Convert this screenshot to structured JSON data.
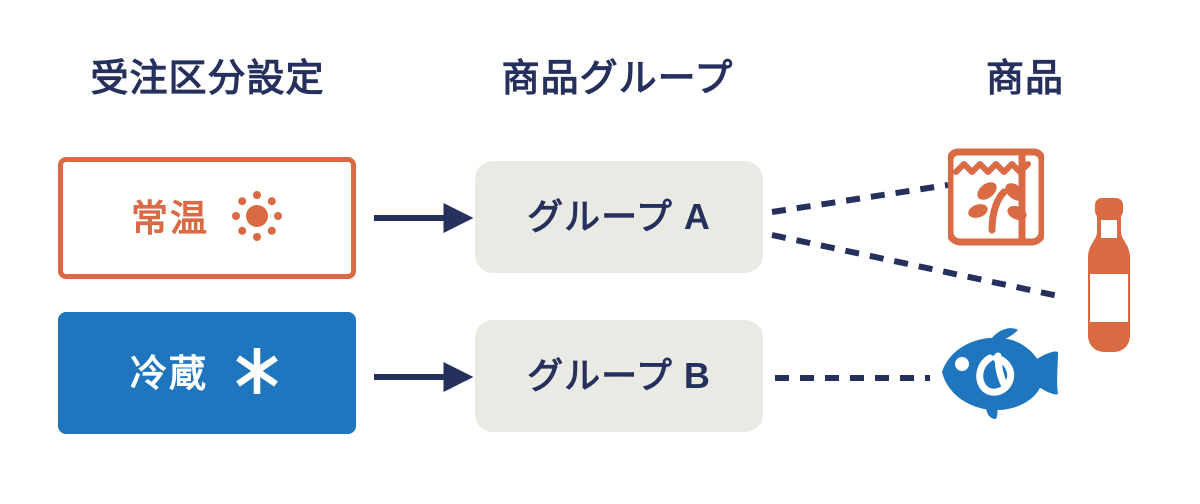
{
  "diagram": {
    "title_columns": [
      {
        "id": "order-type-setting",
        "label": "受注区分設定"
      },
      {
        "id": "product-group",
        "label": "商品グループ"
      },
      {
        "id": "product",
        "label": "商品"
      }
    ],
    "temperature_chips": [
      {
        "id": "normal-temperature",
        "label": "常温",
        "icon": "sun-icon",
        "style": "outlined",
        "color": "#D96A43",
        "background": "#FFFFFF"
      },
      {
        "id": "chilled",
        "label": "冷蔵",
        "icon": "snowflake-icon",
        "style": "filled",
        "color": "#FFFFFF",
        "background": "#1F75BE"
      }
    ],
    "groups": [
      {
        "id": "group-a",
        "label": "グループ A",
        "background": "#EAEAE5",
        "color": "#25305C"
      },
      {
        "id": "group-b",
        "label": "グループ B",
        "background": "#EAEAE5",
        "color": "#25305C"
      }
    ],
    "products": [
      {
        "id": "snack-bag",
        "icon": "paper-bag-icon",
        "color": "#D96A43"
      },
      {
        "id": "bottle",
        "icon": "bottle-icon",
        "color": "#D96A43"
      },
      {
        "id": "fish",
        "icon": "fish-icon",
        "color": "#1F75BE"
      }
    ],
    "connectors": [
      {
        "id": "arrow-normal-to-group-a",
        "from": "normal-temperature",
        "to": "group-a",
        "style": "solid-arrow",
        "color": "#25305C"
      },
      {
        "id": "arrow-chilled-to-group-b",
        "from": "chilled",
        "to": "group-b",
        "style": "solid-arrow",
        "color": "#25305C"
      },
      {
        "id": "dashed-group-a-to-bag",
        "from": "group-a",
        "to": "snack-bag",
        "style": "dashed-line",
        "color": "#25305C"
      },
      {
        "id": "dashed-group-a-to-bottle",
        "from": "group-a",
        "to": "bottle",
        "style": "dashed-line",
        "color": "#25305C"
      },
      {
        "id": "dashed-group-b-to-fish",
        "from": "group-b",
        "to": "fish",
        "style": "dashed-line",
        "color": "#25305C"
      }
    ],
    "colors": {
      "navy": "#25305C",
      "orange": "#D96A43",
      "blue": "#1F75BE",
      "gray": "#EAEAE5",
      "white": "#FFFFFF"
    }
  }
}
